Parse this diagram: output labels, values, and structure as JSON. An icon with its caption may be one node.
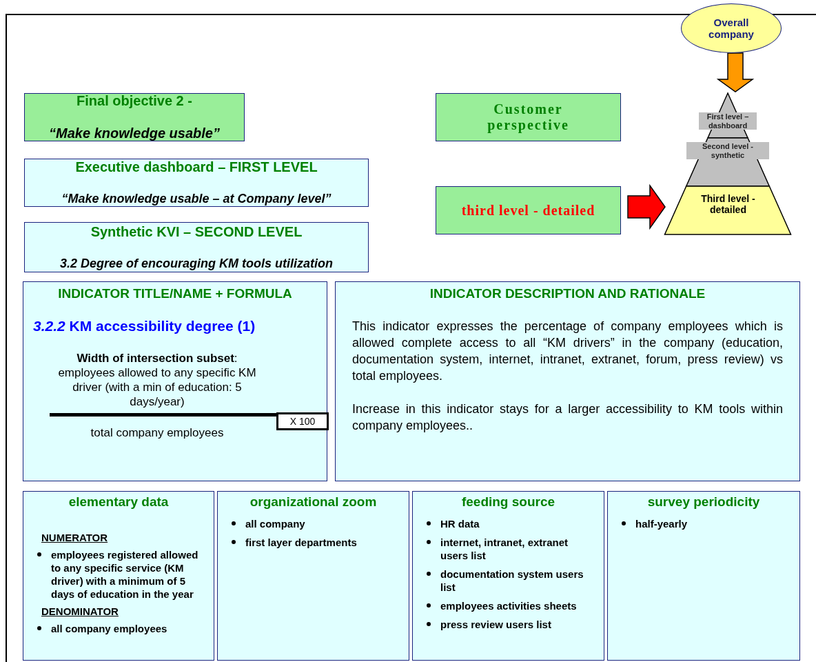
{
  "diagram": {
    "nodes": [
      {
        "text": [
          "Final objective 2 -",
          "“Make knowledge usable”"
        ]
      },
      {
        "text": [
          "Executive dashboard – FIRST LEVEL",
          "“Make knowledge usable – at Company level”"
        ]
      },
      {
        "text": [
          "Synthetic KVI – SECOND LEVEL",
          "3.2 Degree of encouraging KM tools utilization"
        ]
      },
      {
        "text": [
          "Customer perspective"
        ]
      },
      {
        "text": [
          "third level - detailed"
        ]
      },
      {
        "text": [
          "Overall company"
        ]
      },
      {
        "text": [
          "First level – dashboard"
        ]
      },
      {
        "text": [
          "Second level - synthetic"
        ]
      },
      {
        "text": [
          "Third level - detailed"
        ]
      },
      {
        "text": [
          "INDICATOR TITLE/NAME + FORMULA",
          "*3.2.2* KM accessibility degree (1)",
          "**Width of intersection subset**: employees allowed to any specific KM driver (with a min of education: 5 days/year)",
          "total company employees"
        ]
      },
      {
        "text": [
          "X 100"
        ],
        "in": 9
      },
      {
        "text": [
          "INDICATOR DESCRIPTION AND RATIONALE",
          "This indicator expresses the percentage of company employees which is allowed complete access to all “KM drivers” in the company (education, documentation system, internet, intranet, extranet, forum, press review) vs total employees.",
          "Increase in this indicator stays for a larger accessibility to KM tools within company employees.."
        ]
      },
      {
        "text": [
          "elementary data",
          "NUMERATOR",
          "employees registered allowed to any specific service (KM driver) with a minimum of 5 days of education in the year",
          "DENOMINATOR",
          "all company employees"
        ]
      },
      {
        "text": [
          "organizational zoom",
          "all company",
          "first layer departments"
        ]
      },
      {
        "text": [
          "feeding source",
          "HR data",
          "internet, intranet, extranet users list",
          "documentation system users list",
          "employees activities sheets",
          "press review users list"
        ]
      },
      {
        "text": [
          "survey periodicity",
          "half-yearly"
        ]
      }
    ],
    "edges": [
      {
        "from": 5,
        "to": 6,
        "arrow": "to",
        "style": "thick",
        "color": "#ff9900"
      },
      {
        "from": 4,
        "to": 8,
        "arrow": "to",
        "style": "thick",
        "color": "#ff0000"
      }
    ]
  }
}
